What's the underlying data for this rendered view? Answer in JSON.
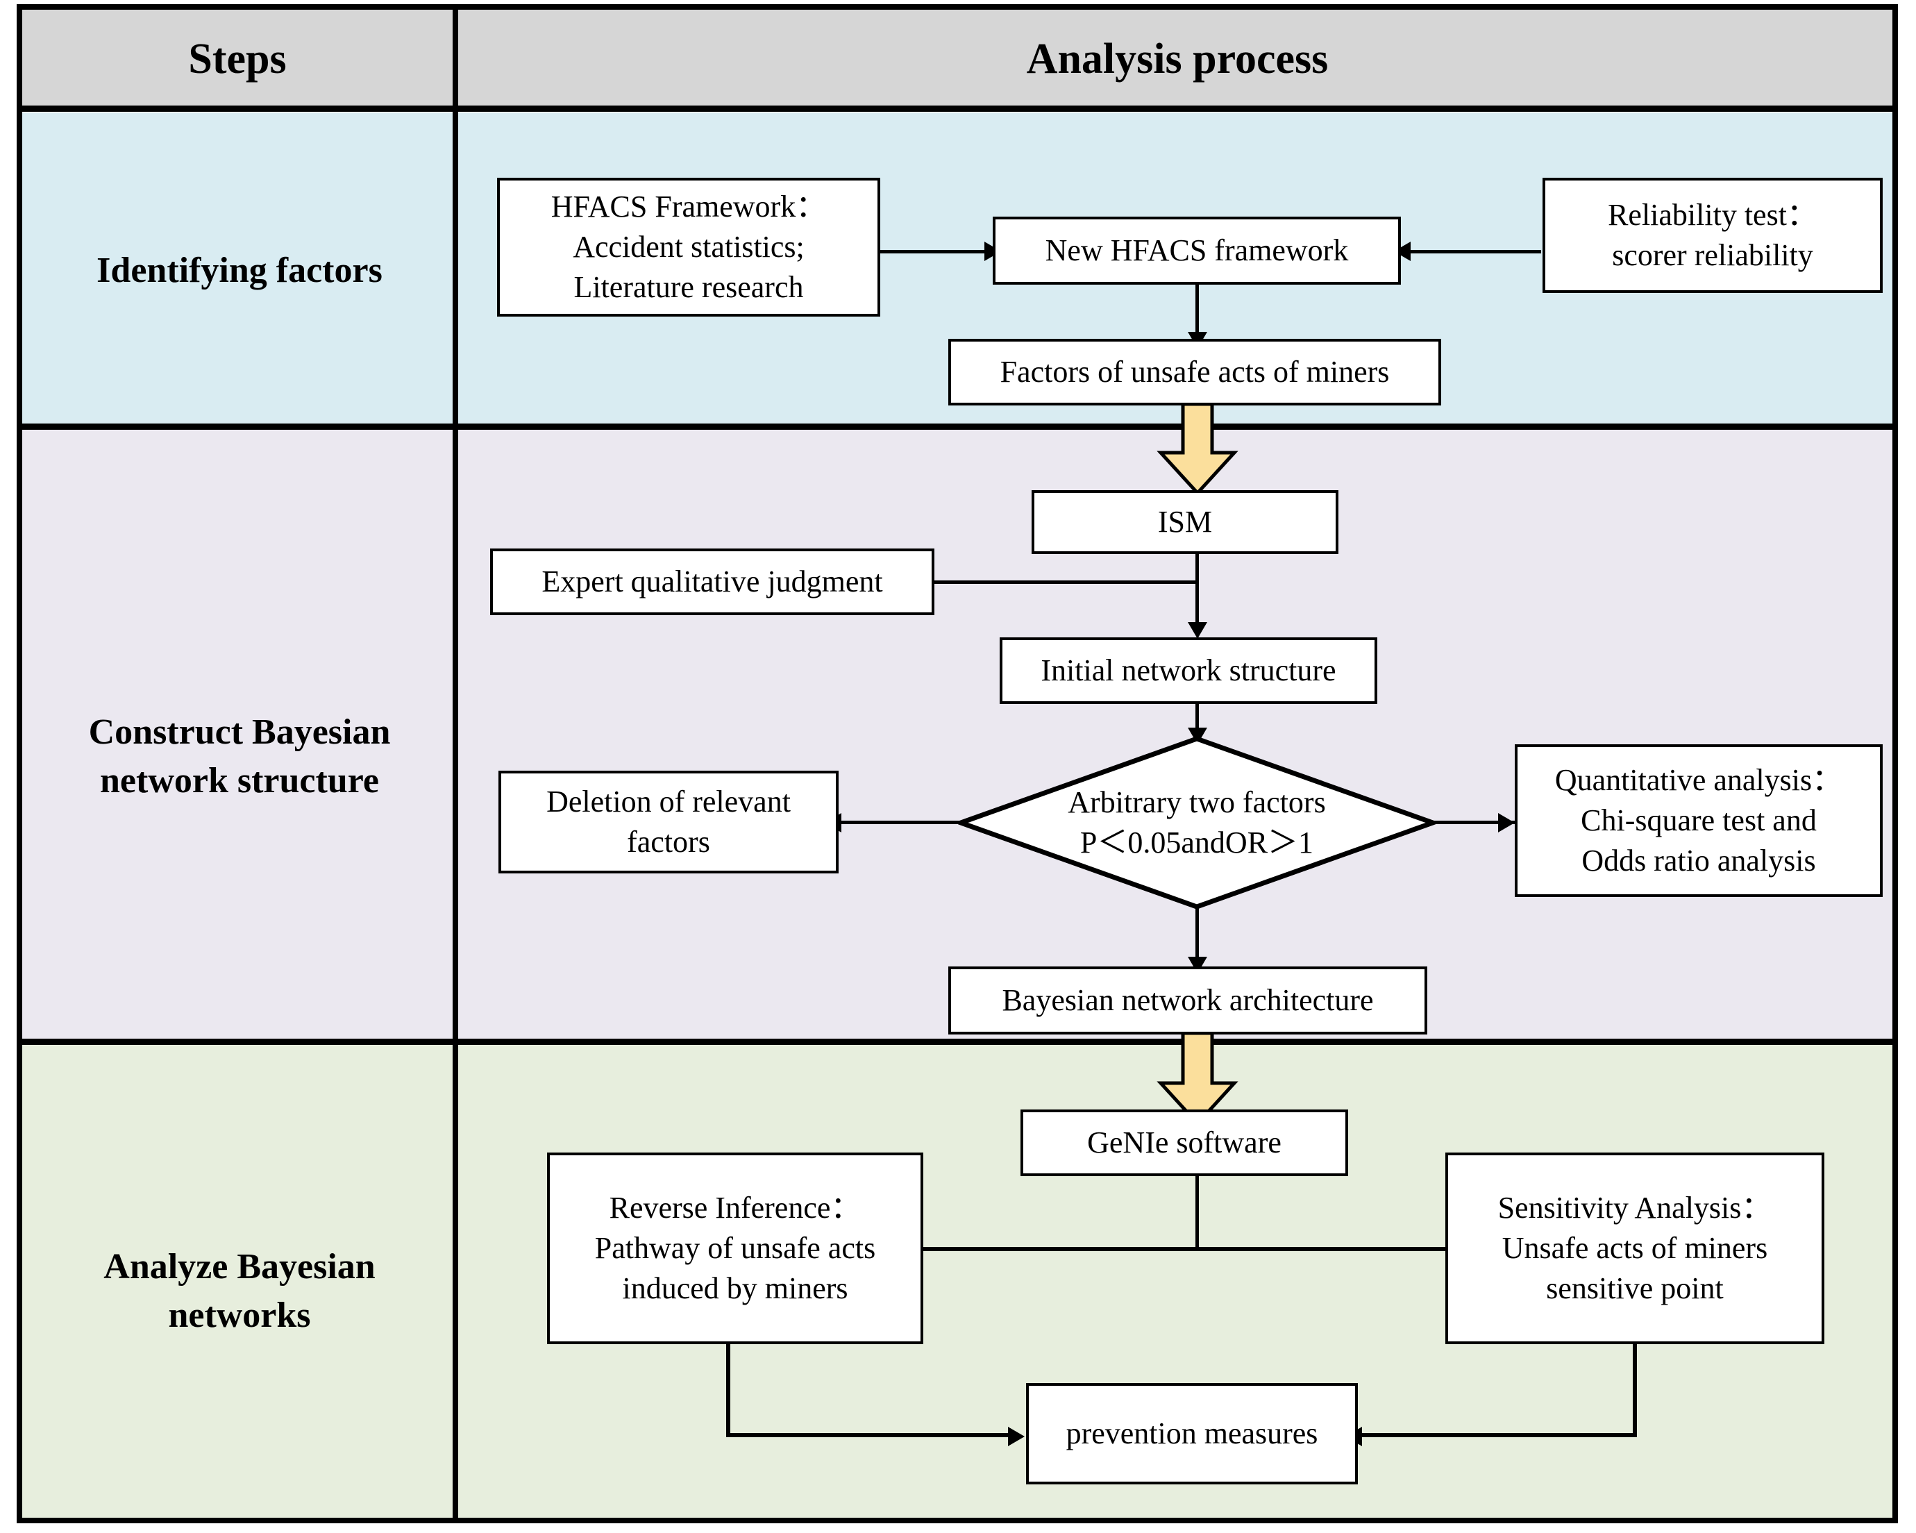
{
  "header": {
    "steps_label": "Steps",
    "process_label": "Analysis process"
  },
  "steps": [
    {
      "label": "Identifying factors"
    },
    {
      "label": "Construct Bayesian\nnetwork structure"
    },
    {
      "label": "Analyze Bayesian\nnetworks"
    }
  ],
  "nodes": {
    "hfacs_framework": "HFACS Framework：\nAccident statistics;\nLiterature research",
    "new_hfacs": "New HFACS framework",
    "reliability_test": "Reliability test：\nscorer reliability",
    "factors_unsafe_acts": "Factors of unsafe acts of miners",
    "ism": "ISM",
    "expert_judgment": "Expert qualitative judgment",
    "initial_network": "Initial network structure",
    "decision": "Arbitrary two factors\nP＜0.05andOR＞1",
    "deletion": "Deletion of relevant\nfactors",
    "quantitative": "Quantitative analysis：\nChi-square test and\nOdds ratio analysis",
    "bn_architecture": "Bayesian network architecture",
    "genie": "GeNIe software",
    "reverse_inference": "Reverse Inference：\nPathway of unsafe acts\ninduced by miners",
    "sensitivity": "Sensitivity Analysis：\nUnsafe acts of miners\nsensitive point",
    "prevention": "prevention measures"
  },
  "colors": {
    "header_fill": "#d6d6d6",
    "row1_fill": "#d9ecf2",
    "row2_fill": "#ebe8f0",
    "row3_fill": "#e7eedd",
    "node_border": "#000000",
    "node_fill": "#ffffff",
    "block_arrow_fill": "#fbdf9c",
    "block_arrow_stroke": "#000000"
  }
}
